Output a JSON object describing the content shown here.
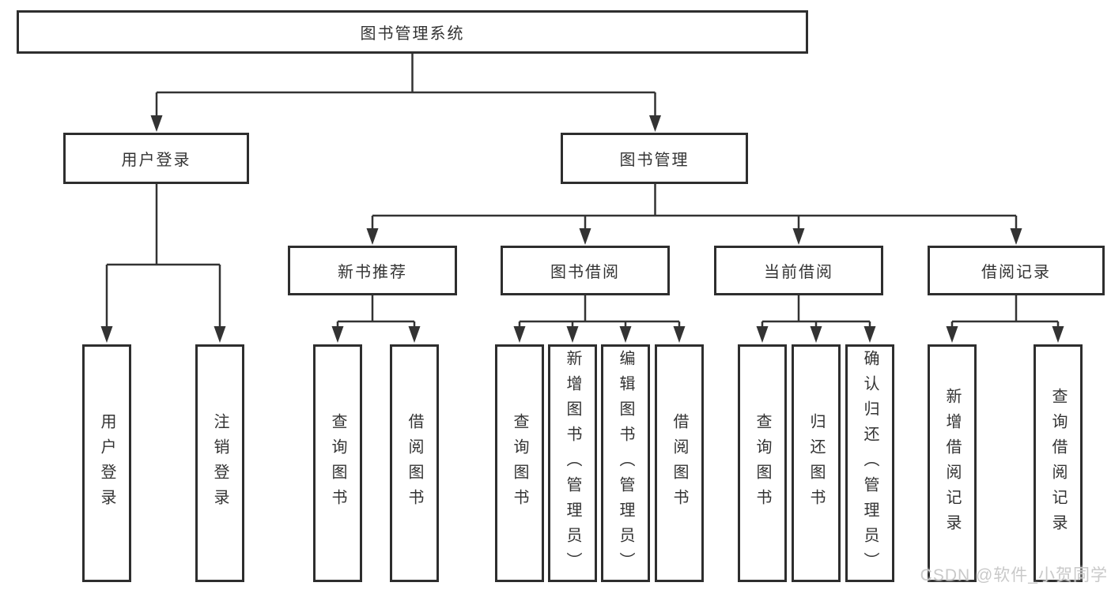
{
  "diagram": {
    "root": {
      "label": "图书管理系统"
    },
    "level2": [
      {
        "label": "用户登录"
      },
      {
        "label": "图书管理"
      }
    ],
    "level3": [
      {
        "label": "新书推荐"
      },
      {
        "label": "图书借阅"
      },
      {
        "label": "当前借阅"
      },
      {
        "label": "借阅记录"
      }
    ],
    "leaves": [
      {
        "label": "用户登录"
      },
      {
        "label": "注销登录"
      },
      {
        "label": "查询图书"
      },
      {
        "label": "借阅图书"
      },
      {
        "label": "查询图书"
      },
      {
        "label": "新增图书（管理员）"
      },
      {
        "label": "编辑图书（管理员）"
      },
      {
        "label": "借阅图书"
      },
      {
        "label": "查询图书"
      },
      {
        "label": "归还图书"
      },
      {
        "label": "确认归还（管理员）"
      },
      {
        "label": "新增借阅记录"
      },
      {
        "label": "查询借阅记录"
      }
    ],
    "watermark": "CSDN @软件_小贺同学",
    "colors": {
      "line": "#333333",
      "border": "#2e2e2e",
      "text": "#333333",
      "watermark": "#c9c9c9",
      "background": "#ffffff"
    }
  }
}
